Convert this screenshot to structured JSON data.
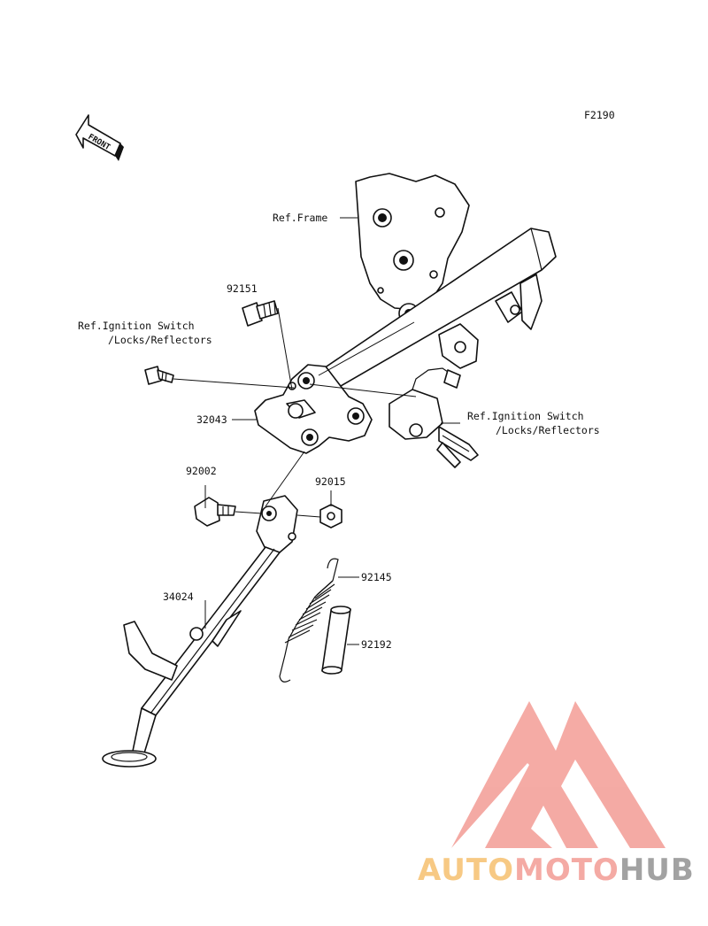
{
  "diagram": {
    "code": "F2190",
    "front_label": "FRONT",
    "refs": {
      "frame": "Ref.Frame",
      "ignition_left_line1": "Ref.Ignition Switch",
      "ignition_left_line2": "/Locks/Reflectors",
      "ignition_right_line1": "Ref.Ignition Switch",
      "ignition_right_line2": "/Locks/Reflectors"
    },
    "parts": {
      "p92151": "92151",
      "p32043": "32043",
      "p92002": "92002",
      "p92015": "92015",
      "p34024": "34024",
      "p92145": "92145",
      "p92192": "92192"
    }
  },
  "watermark": {
    "part1": "AUTO",
    "part2": "MOTO",
    "part3": "HUB",
    "colors": {
      "triangle": "#f4a6a0",
      "auto": "#f7c77e",
      "moto": "#f4a6a0",
      "hub": "#9e9e9e"
    }
  }
}
